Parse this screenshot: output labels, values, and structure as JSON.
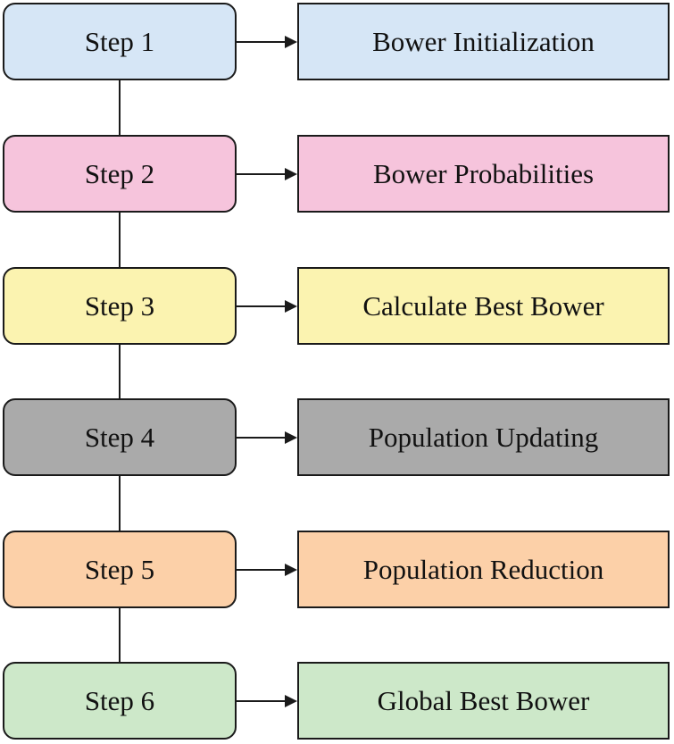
{
  "steps": [
    {
      "step": "Step 1",
      "label": "Bower Initialization",
      "color": "#d6e6f6"
    },
    {
      "step": "Step 2",
      "label": "Bower Probabilities",
      "color": "#f6c4dc"
    },
    {
      "step": "Step 3",
      "label": "Calculate Best Bower",
      "color": "#fbf3b0"
    },
    {
      "step": "Step 4",
      "label": "Population Updating",
      "color": "#aaaaaa"
    },
    {
      "step": "Step 5",
      "label": "Population Reduction",
      "color": "#fcd0a8"
    },
    {
      "step": "Step 6",
      "label": "Global Best Bower",
      "color": "#cde8c9"
    }
  ]
}
